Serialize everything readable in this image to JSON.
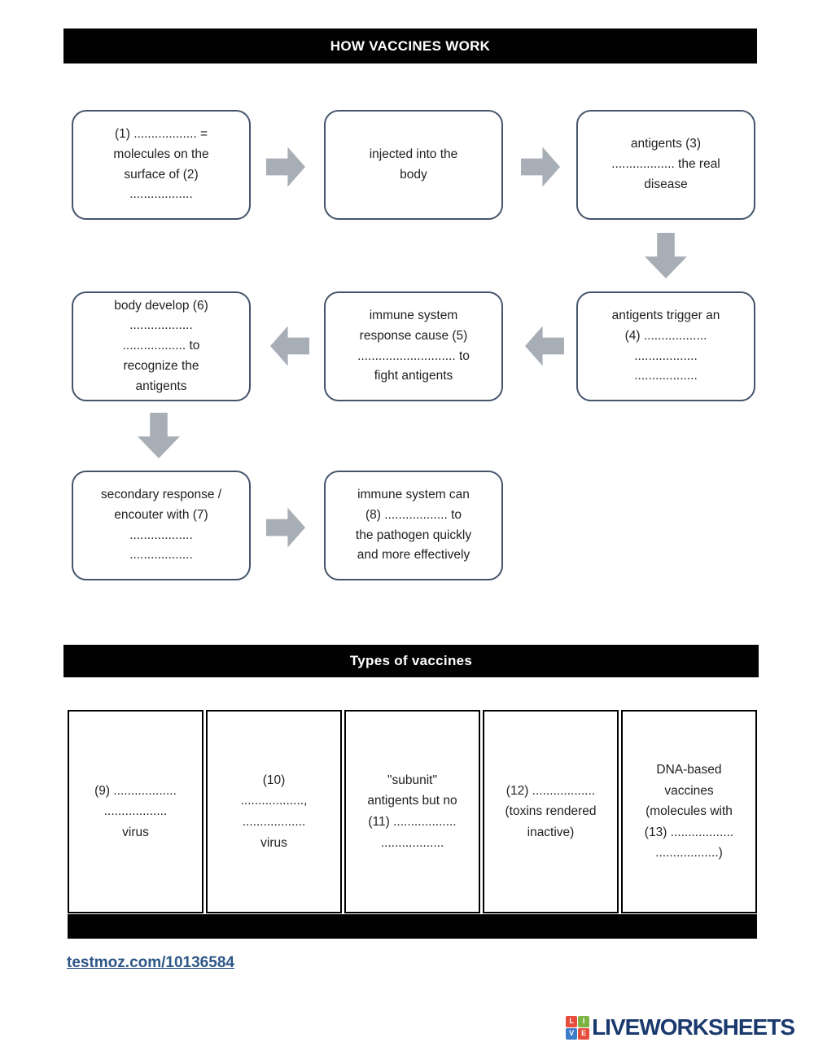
{
  "header": {
    "title": "HOW VACCINES WORK"
  },
  "flowchart": {
    "box_border_color": "#44546a",
    "arrow_color": "#a8aeb6",
    "boxes": [
      {
        "text": "(1)  .................. =\nmolecules on the\nsurface of (2)\n.................."
      },
      {
        "text": "injected into the\nbody"
      },
      {
        "text": "antigents (3)\n.................. the real\ndisease"
      },
      {
        "text": "body develop (6)\n..................\n.................. to\nrecognize the\nantigents"
      },
      {
        "text": "immune system\nresponse cause (5)\n............................ to\nfight antigents"
      },
      {
        "text": "antigents trigger an\n(4) ..................\n..................\n.................."
      },
      {
        "text": "secondary response /\nencouter with (7)\n..................\n.................."
      },
      {
        "text": "immune system can\n(8) .................. to\nthe pathogen quickly\nand more effectively"
      }
    ]
  },
  "table_section": {
    "title": "Types of vaccines",
    "cells": [
      {
        "text": "(9) ..................\n..................\nvirus"
      },
      {
        "text": "(10)\n..................,\n..................\nvirus"
      },
      {
        "text": "\"subunit\"\nantigents but no\n(11) ..................\n.................."
      },
      {
        "text": "(12) ..................\n(toxins rendered\ninactive)"
      },
      {
        "text": "DNA-based\nvaccines\n(molecules with\n(13) ..................\n..................)"
      }
    ]
  },
  "footer": {
    "link": "testmoz.com/10136584",
    "link_color": "#2e5787",
    "brand": {
      "name": "LIVEWORKSHEETS",
      "letters": [
        "L",
        "I",
        "V",
        "E"
      ],
      "tile_colors": [
        "#e74c3c",
        "#7cb342",
        "#3d7cc9",
        "#e74c3c"
      ],
      "text_color": "#1a3a6e"
    }
  }
}
